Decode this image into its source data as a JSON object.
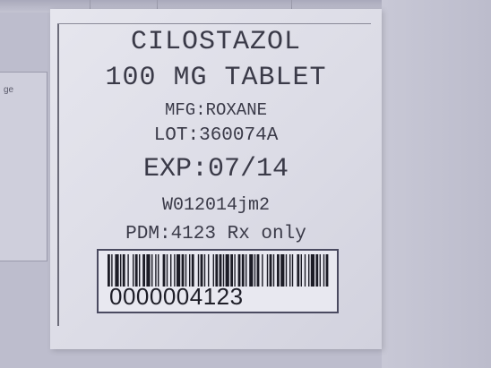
{
  "side_panel": {
    "partial_text": "ge"
  },
  "label": {
    "drug_name": "CILOSTAZOL",
    "strength": "100 MG TABLET",
    "manufacturer": "MFG:ROXANE",
    "lot": "LOT:360074A",
    "expiration": "EXP:07/14",
    "code": "W012014jm2",
    "pdm": "PDM:4123 Rx only",
    "barcode_number": "0000004123"
  }
}
